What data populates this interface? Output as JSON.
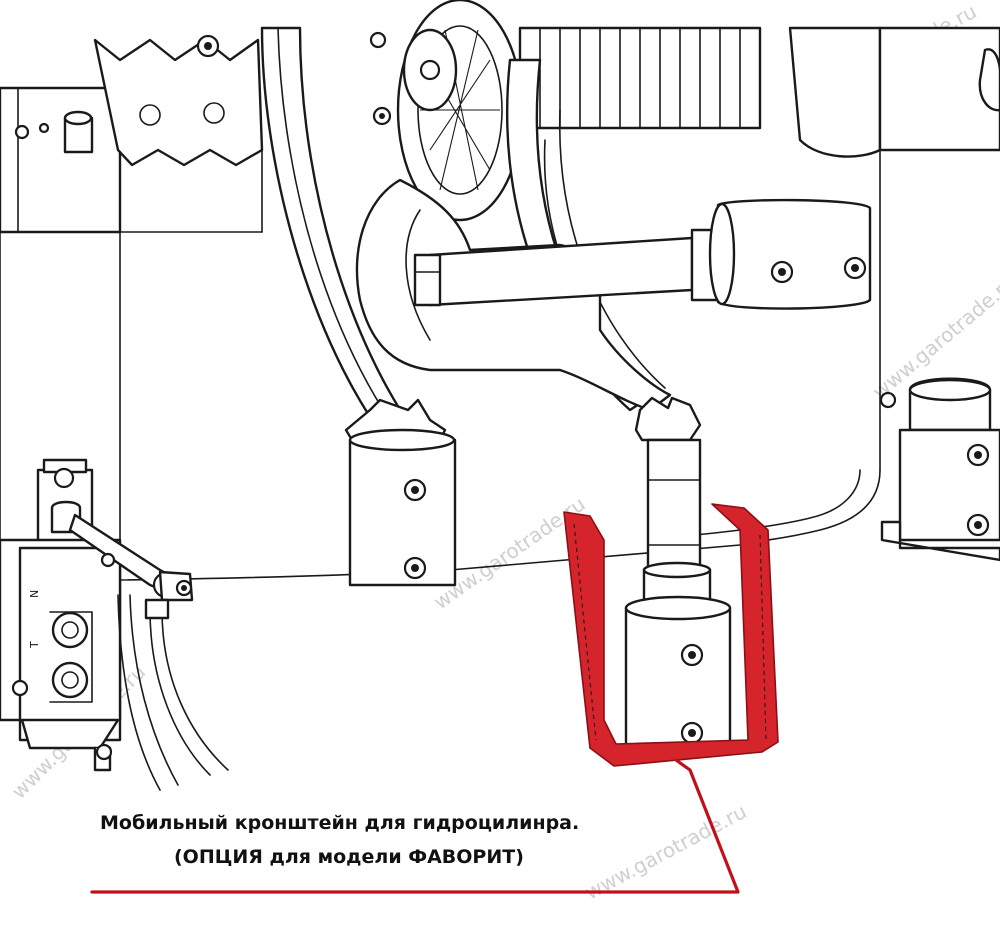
{
  "caption": {
    "line1": "Мобильный кронштейн для гидроцилинра.",
    "line2": "(ОПЦИЯ для модели ФАВОРИТ)"
  },
  "watermark": "www.garotrade.ru",
  "valve_labels": {
    "n": "N",
    "t": "T"
  },
  "colors": {
    "highlight": "#d6242c",
    "leader_line": "#c0101a",
    "linework": "#1a1a1a"
  }
}
